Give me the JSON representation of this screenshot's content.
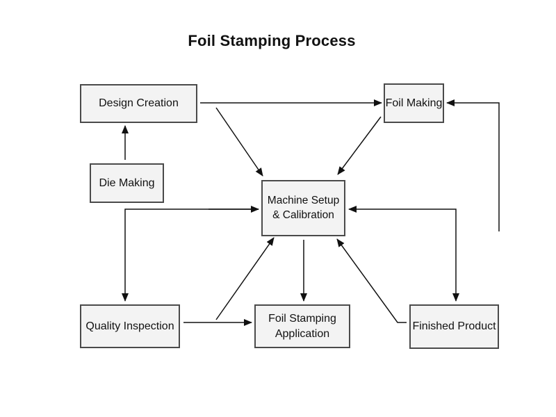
{
  "title": "Foil Stamping Process",
  "nodes": {
    "design_creation": "Design Creation",
    "foil_making": "Foil Making",
    "die_making": "Die Making",
    "machine_setup": "Machine Setup\n& Calibration",
    "quality_inspection": "Quality Inspection",
    "foil_stamping": "Foil Stamping\nApplication",
    "finished_product": "Finished Product"
  },
  "edges": [
    {
      "from": "Design Creation",
      "to": "Foil Making"
    },
    {
      "from": "Design Creation",
      "to": "Machine Setup & Calibration"
    },
    {
      "from": "Foil Making",
      "to": "Machine Setup & Calibration"
    },
    {
      "from": "Die Making",
      "to": "Design Creation"
    },
    {
      "from": "Machine Setup & Calibration",
      "to": "Foil Stamping Application"
    },
    {
      "from": "Machine Setup & Calibration",
      "to": "Quality Inspection"
    },
    {
      "from": "Quality Inspection",
      "to": "Machine Setup & Calibration"
    },
    {
      "from": "Quality Inspection",
      "to": "Foil Stamping Application"
    },
    {
      "from": "Quality Inspection",
      "to": "Machine Setup & Calibration"
    },
    {
      "from": "Machine Setup & Calibration",
      "to": "Finished Product"
    },
    {
      "from": "Finished Product",
      "to": "Machine Setup & Calibration"
    },
    {
      "from": "Finished Product",
      "to": "Foil Making"
    }
  ],
  "colors": {
    "box_fill": "#f3f3f3",
    "box_border": "#4a4a4a",
    "arrow": "#111111"
  }
}
